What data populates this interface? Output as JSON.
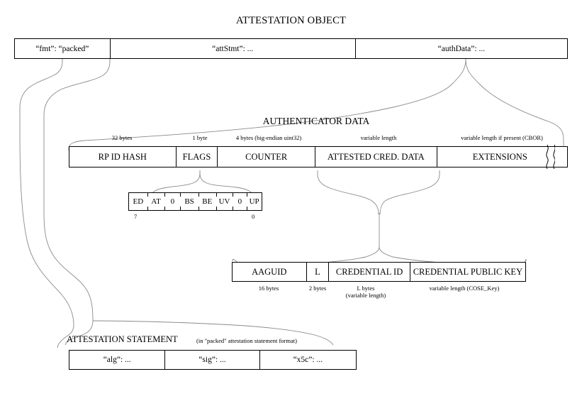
{
  "document": {
    "title": "ATTESTATION OBJECT"
  },
  "attestation_object": {
    "fields": [
      {
        "label": "“fmt”: “packed”"
      },
      {
        "label": "“attStmt”: ..."
      },
      {
        "label": "“authData”: ..."
      }
    ]
  },
  "authenticator_data": {
    "title": "AUTHENTICATOR DATA",
    "fields": [
      {
        "label": "RP ID HASH",
        "size": "32 bytes"
      },
      {
        "label": "FLAGS",
        "size": "1 byte"
      },
      {
        "label": "COUNTER",
        "size": "4 bytes (big-endian uint32)"
      },
      {
        "label": "ATTESTED CRED. DATA",
        "size": "variable length"
      },
      {
        "label": "EXTENSIONS",
        "size": "variable length if present (CBOR)"
      }
    ]
  },
  "flags_byte": {
    "bits": [
      "ED",
      "AT",
      "0",
      "BS",
      "BE",
      "UV",
      "0",
      "UP"
    ],
    "high_bit_label": "7",
    "low_bit_label": "0"
  },
  "attested_credential_data": {
    "fields": [
      {
        "label": "AAGUID",
        "size": "16 bytes"
      },
      {
        "label": "L",
        "size": "2 bytes"
      },
      {
        "label": "CREDENTIAL ID",
        "size": "L bytes\n(variable length)"
      },
      {
        "label": "CREDENTIAL PUBLIC KEY",
        "size": "variable length (COSE_Key)"
      }
    ]
  },
  "attestation_statement": {
    "title": "ATTESTATION STATEMENT",
    "subtitle": "(in \"packed\" attestation statement format)",
    "fields": [
      {
        "label": "“alg”: ..."
      },
      {
        "label": "“sig”: ..."
      },
      {
        "label": "“x5c”: ..."
      }
    ]
  },
  "colors": {
    "background": "#ffffff",
    "stroke": "#000000",
    "connector": "#8a8a8a"
  }
}
